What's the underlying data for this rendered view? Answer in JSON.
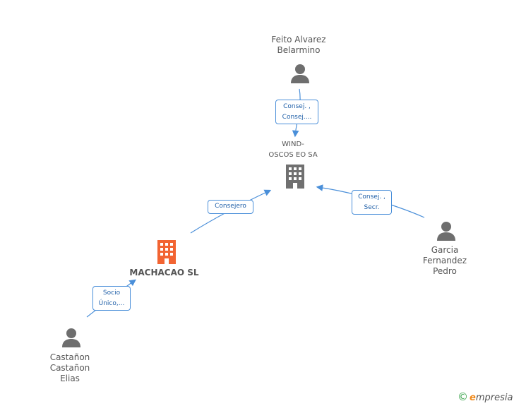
{
  "people": [
    {
      "id": "feito",
      "label": "Feito Alvarez\nBelarmino"
    },
    {
      "id": "garcia",
      "label": "Garcia\nFernandez\nPedro"
    },
    {
      "id": "castanon",
      "label": "Castañon\nCastañon\nElias"
    }
  ],
  "companies": [
    {
      "id": "wind",
      "label": "WIND-\nOSCOS EO SA",
      "color": "#707070"
    },
    {
      "id": "machacao",
      "label": "MACHACAO SL",
      "color": "#f26432"
    }
  ],
  "edges": [
    {
      "id": "feito-wind",
      "label": "Consej. ,\nConsej...."
    },
    {
      "id": "garcia-wind",
      "label": "Consej. ,\nSecr."
    },
    {
      "id": "machacao-wind",
      "label": "Consejero"
    },
    {
      "id": "castanon-machacao",
      "label": "Socio\nÚnico,..."
    }
  ],
  "colors": {
    "edge": "#4a8fd9",
    "person_icon": "#6e6e6e"
  },
  "brand": {
    "copyright": "©",
    "e": "e",
    "rest": "mpresia"
  }
}
